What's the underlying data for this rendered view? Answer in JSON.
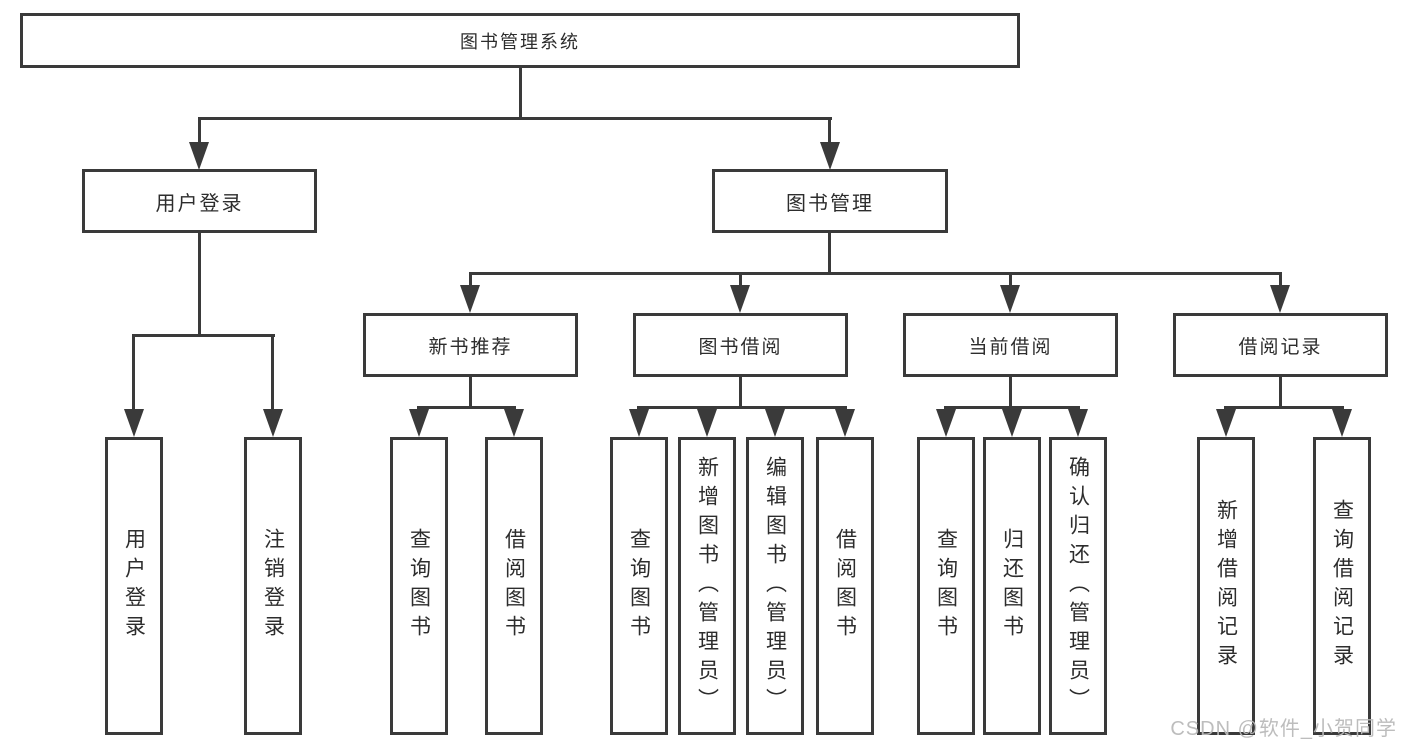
{
  "diagram": {
    "root": {
      "label": "图书管理系统"
    },
    "branches": [
      {
        "label": "用户登录",
        "children": [
          {
            "label": "用户登录"
          },
          {
            "label": "注销登录"
          }
        ]
      },
      {
        "label": "图书管理",
        "children": [
          {
            "label": "新书推荐",
            "children": [
              {
                "label": "查询图书"
              },
              {
                "label": "借阅图书"
              }
            ]
          },
          {
            "label": "图书借阅",
            "children": [
              {
                "label": "查询图书"
              },
              {
                "label": "新增图书（管理员）"
              },
              {
                "label": "编辑图书（管理员）"
              },
              {
                "label": "借阅图书"
              }
            ]
          },
          {
            "label": "当前借阅",
            "children": [
              {
                "label": "查询图书"
              },
              {
                "label": "归还图书"
              },
              {
                "label": "确认归还（管理员）"
              }
            ]
          },
          {
            "label": "借阅记录",
            "children": [
              {
                "label": "新增借阅记录"
              },
              {
                "label": "查询借阅记录"
              }
            ]
          }
        ]
      }
    ]
  },
  "watermark": {
    "text": "CSDN @软件_小贺同学"
  },
  "colors": {
    "line": "#3a3a3a",
    "text": "#2d2d2d",
    "background": "#ffffff",
    "watermark": "#b9b9b9"
  }
}
